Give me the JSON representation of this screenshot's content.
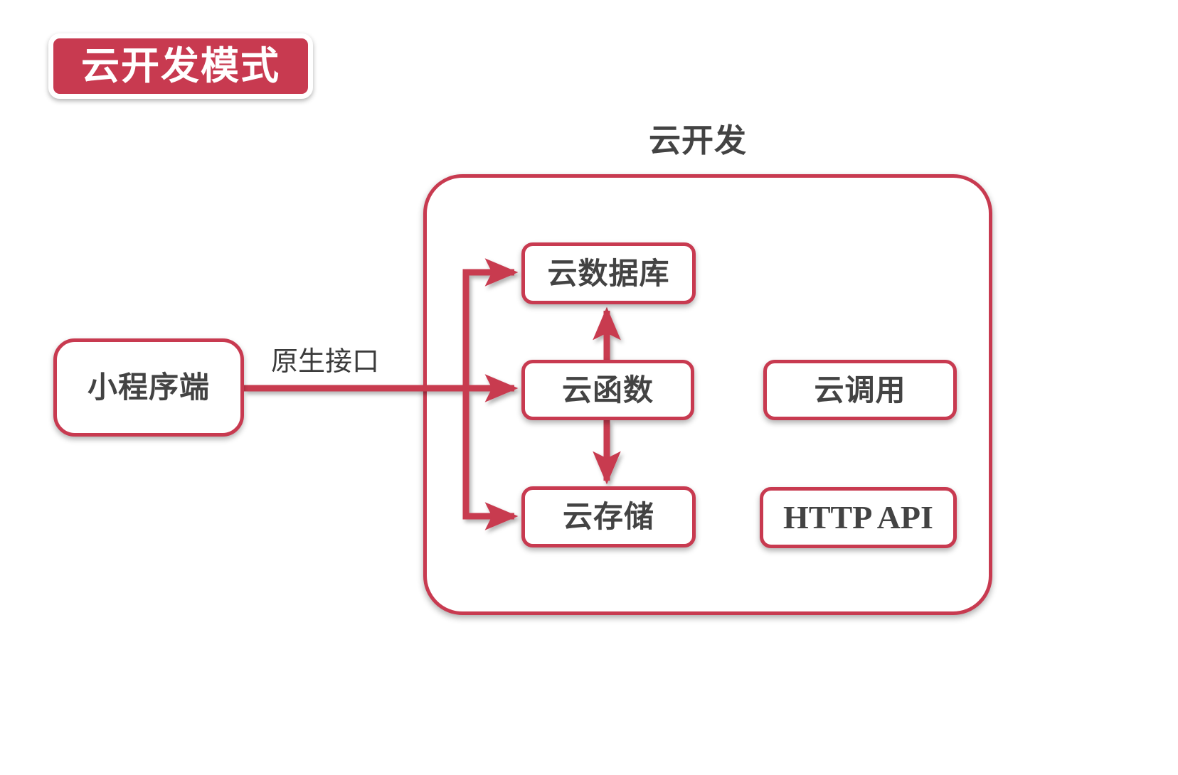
{
  "title_badge": {
    "label": "云开发模式",
    "background_color": "#c83a50",
    "text_color": "#ffffff"
  },
  "container": {
    "heading": "云开发",
    "border_color": "#c83a50",
    "background_color": "#ffffff"
  },
  "theme": {
    "accent_color": "#c83a50",
    "text_color": "#434343",
    "page_background": "#ffffff"
  },
  "nodes": {
    "client": {
      "label": "小程序端"
    },
    "database": {
      "label": "云数据库"
    },
    "function": {
      "label": "云函数"
    },
    "storage": {
      "label": "云存储"
    },
    "invoke": {
      "label": "云调用"
    },
    "httpapi": {
      "label": "HTTP API"
    }
  },
  "edges": {
    "native_interface": {
      "label": "原生接口"
    }
  },
  "chart_data": {
    "type": "diagram",
    "title": "云开发模式",
    "group": "云开发",
    "nodes": [
      {
        "id": "client",
        "label": "小程序端",
        "inside_group": false
      },
      {
        "id": "database",
        "label": "云数据库",
        "inside_group": true
      },
      {
        "id": "function",
        "label": "云函数",
        "inside_group": true
      },
      {
        "id": "storage",
        "label": "云存储",
        "inside_group": true
      },
      {
        "id": "invoke",
        "label": "云调用",
        "inside_group": true
      },
      {
        "id": "httpapi",
        "label": "HTTP API",
        "inside_group": true
      }
    ],
    "edges": [
      {
        "from": "client",
        "to": "database",
        "label": "原生接口",
        "arrow": "single"
      },
      {
        "from": "client",
        "to": "function",
        "label": "原生接口",
        "arrow": "single"
      },
      {
        "from": "client",
        "to": "storage",
        "label": "原生接口",
        "arrow": "single"
      },
      {
        "from": "function",
        "to": "database",
        "label": "",
        "arrow": "single"
      },
      {
        "from": "function",
        "to": "storage",
        "label": "",
        "arrow": "single"
      }
    ]
  }
}
